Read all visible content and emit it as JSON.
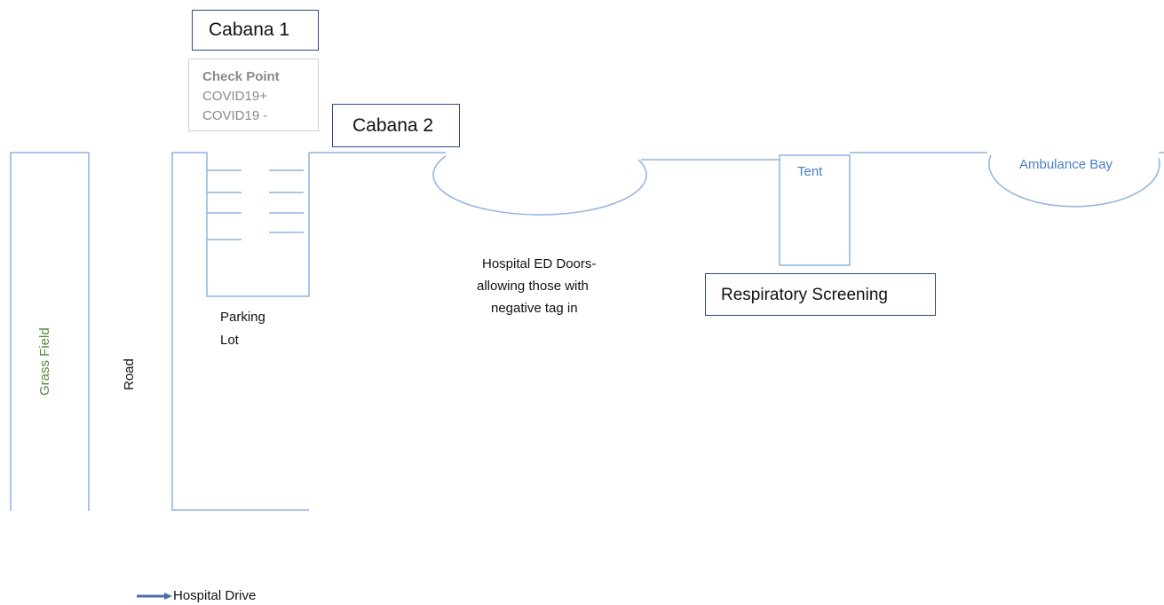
{
  "cabana1": {
    "label": "Cabana 1"
  },
  "cabana2": {
    "label": "Cabana 2"
  },
  "checkpoint": {
    "title": "Check Point",
    "line1": "COVID19+",
    "line2": "COVID19 -"
  },
  "parking": {
    "line1": "Parking",
    "line2": "Lot"
  },
  "grass_field": {
    "label": "Grass Field"
  },
  "road": {
    "label": "Road"
  },
  "ed_doors": {
    "line1": "Hospital ED Doors-",
    "line2": "allowing those with",
    "line3": "negative tag in"
  },
  "tent": {
    "label": "Tent"
  },
  "respiratory": {
    "label": "Respiratory Screening"
  },
  "ambulance": {
    "label": "Ambulance Bay"
  },
  "legend": {
    "label": "Hospital Drive",
    "arrow_color": "#4a6ea8"
  },
  "colors": {
    "line": "#8fb3de",
    "box_border": "#2f4a8a",
    "checkpoint_border": "#c9d3e3",
    "grass_text": "#4f8a3a",
    "blue_text": "#4a7fc4"
  }
}
